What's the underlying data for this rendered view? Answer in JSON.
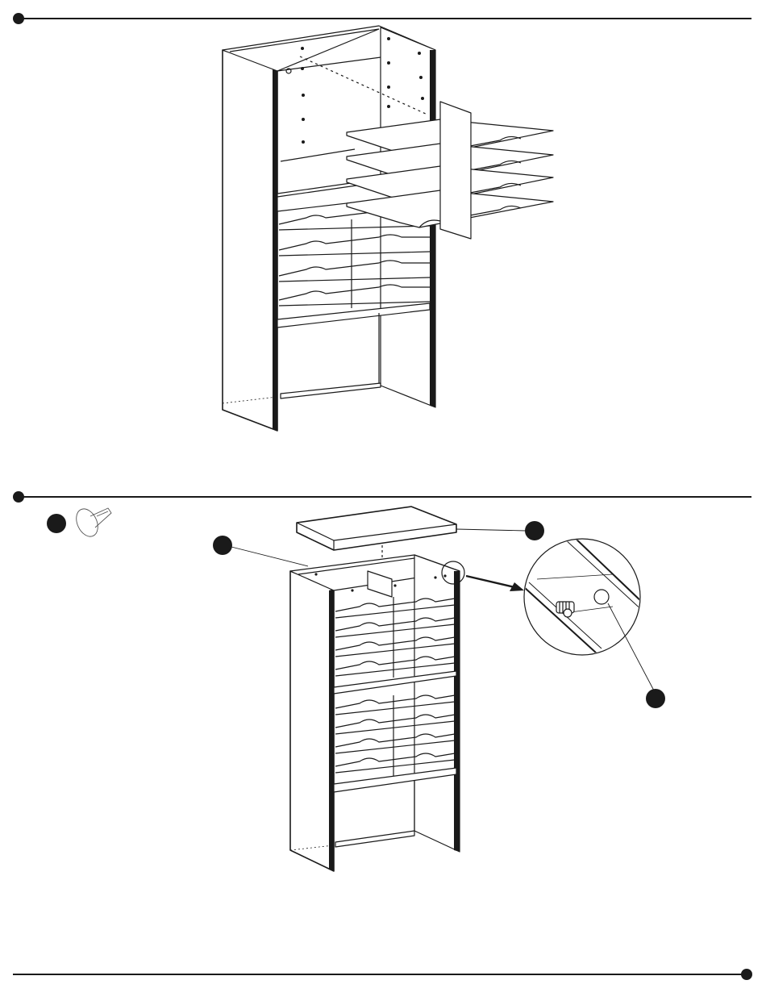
{
  "document": {
    "type": "assembly-instructions",
    "step_markers": [
      "step-1",
      "step-2"
    ],
    "callouts": [
      "part-callout-hardware",
      "part-callout-left",
      "part-callout-top",
      "part-callout-detail"
    ],
    "hardware_icon": "push-pin-connector-icon",
    "colors": {
      "line": "#1a1a1a",
      "background": "#ffffff"
    }
  }
}
